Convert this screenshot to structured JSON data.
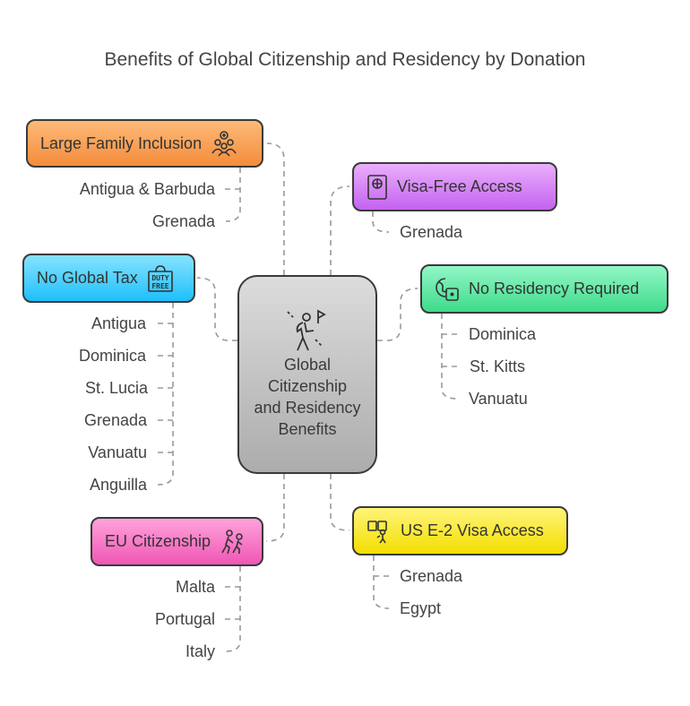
{
  "title": "Benefits of Global Citizenship and Residency by Donation",
  "center": {
    "label": "Global Citizenship and Residency Benefits",
    "icon": "person-walking-to-flag-icon"
  },
  "branches": {
    "large_family": {
      "label": "Large Family Inclusion",
      "icon": "family-plus-icon",
      "color": "#f59a4c",
      "items": [
        "Antigua & Barbuda",
        "Grenada"
      ]
    },
    "visa_free": {
      "label": "Visa-Free Access",
      "icon": "passport-icon",
      "color": "#d27df5",
      "items": [
        "Grenada"
      ]
    },
    "no_tax": {
      "label": "No Global Tax",
      "icon": "duty-free-bag-icon",
      "color": "#3ccbfc",
      "items": [
        "Antigua",
        "Dominica",
        "St. Lucia",
        "Grenada",
        "Vanuatu",
        "Anguilla"
      ]
    },
    "no_residency": {
      "label": "No Residency Required",
      "icon": "globe-lock-icon",
      "color": "#5fe8a6",
      "items": [
        "Dominica",
        "St. Kitts",
        "Vanuatu"
      ]
    },
    "us_e2": {
      "label": "US E-2 Visa Access",
      "icon": "visa-travel-icon",
      "color": "#f8e62a",
      "items": [
        "Grenada",
        "Egypt"
      ]
    },
    "eu": {
      "label": "EU Citizenship",
      "icon": "people-walking-icon",
      "color": "#f672c4",
      "items": [
        "Malta",
        "Portugal",
        "Italy"
      ]
    }
  }
}
